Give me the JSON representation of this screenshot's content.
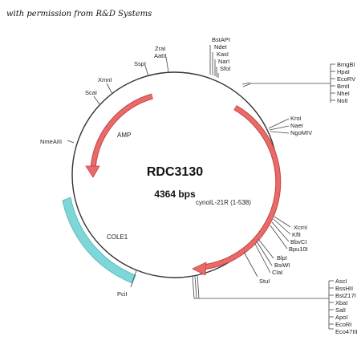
{
  "permission_note": "with permission from R&D Systems",
  "plasmid": {
    "name": "RDC3130",
    "size": "4364 bps"
  },
  "features": {
    "amp": "AMP",
    "insert": "cynoIL-21R (1-538)",
    "ori": "COLE1"
  },
  "colors": {
    "arrow_fill": "#e86b6b",
    "arrow_stroke": "#c94040",
    "ori_fill": "#7fd6d6",
    "ori_stroke": "#4cb8b8"
  },
  "sites": {
    "top": [
      "BstAPI",
      "NdeI",
      "KasI",
      "NarI",
      "SfoI"
    ],
    "zral": "ZraI",
    "aatii": "AatII",
    "sspi": "SspI",
    "xmni": "XmnI",
    "scai": "ScaI",
    "nmeaiii": "NmeAIII",
    "pcii": "PciI",
    "stui": "StuI",
    "right_top_box": [
      "BmgBI",
      "HpaI",
      "EcoRV",
      "BmtI",
      "NheI",
      "NotI"
    ],
    "right_mid": [
      "KroI",
      "NaeI",
      "NgoMIV"
    ],
    "right_lower": [
      "XcmI",
      "KflI",
      "BbvCI",
      "Bpu10I"
    ],
    "right_lower2": [
      "BlpI",
      "BsiWI",
      "ClaI"
    ],
    "bottom_box": [
      "AscI",
      "BssHII",
      "BstZ17I",
      "XbaI",
      "SalI",
      "ApoI",
      "EcoRI",
      "Eco47III"
    ]
  }
}
